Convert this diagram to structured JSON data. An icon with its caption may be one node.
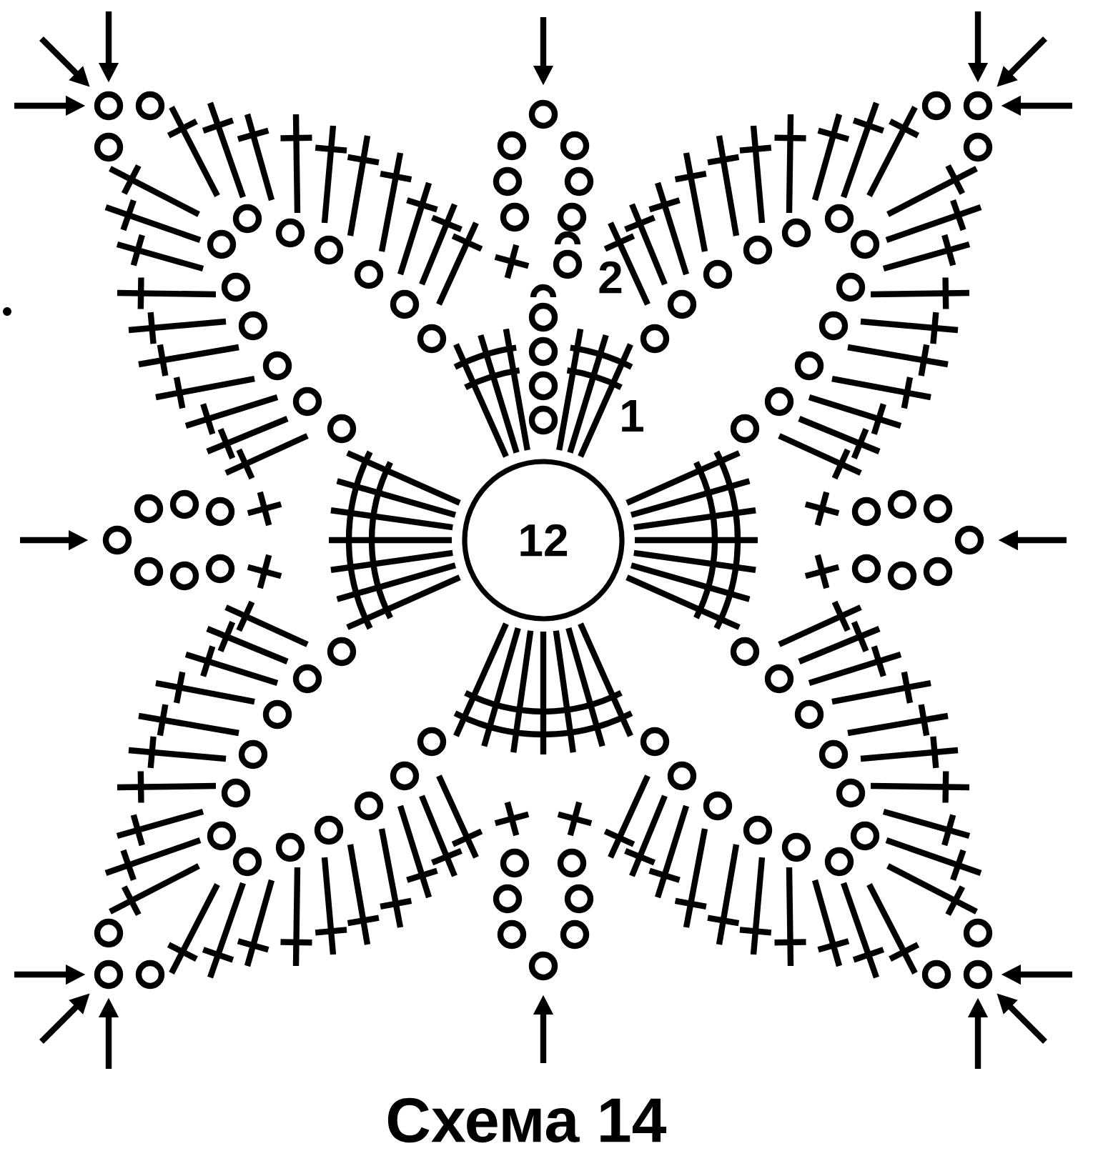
{
  "diagram": {
    "caption": "Схема 14",
    "nodes": [
      {
        "text": [
          "12"
        ]
      }
    ],
    "labels": [
      "2",
      "1"
    ]
  }
}
